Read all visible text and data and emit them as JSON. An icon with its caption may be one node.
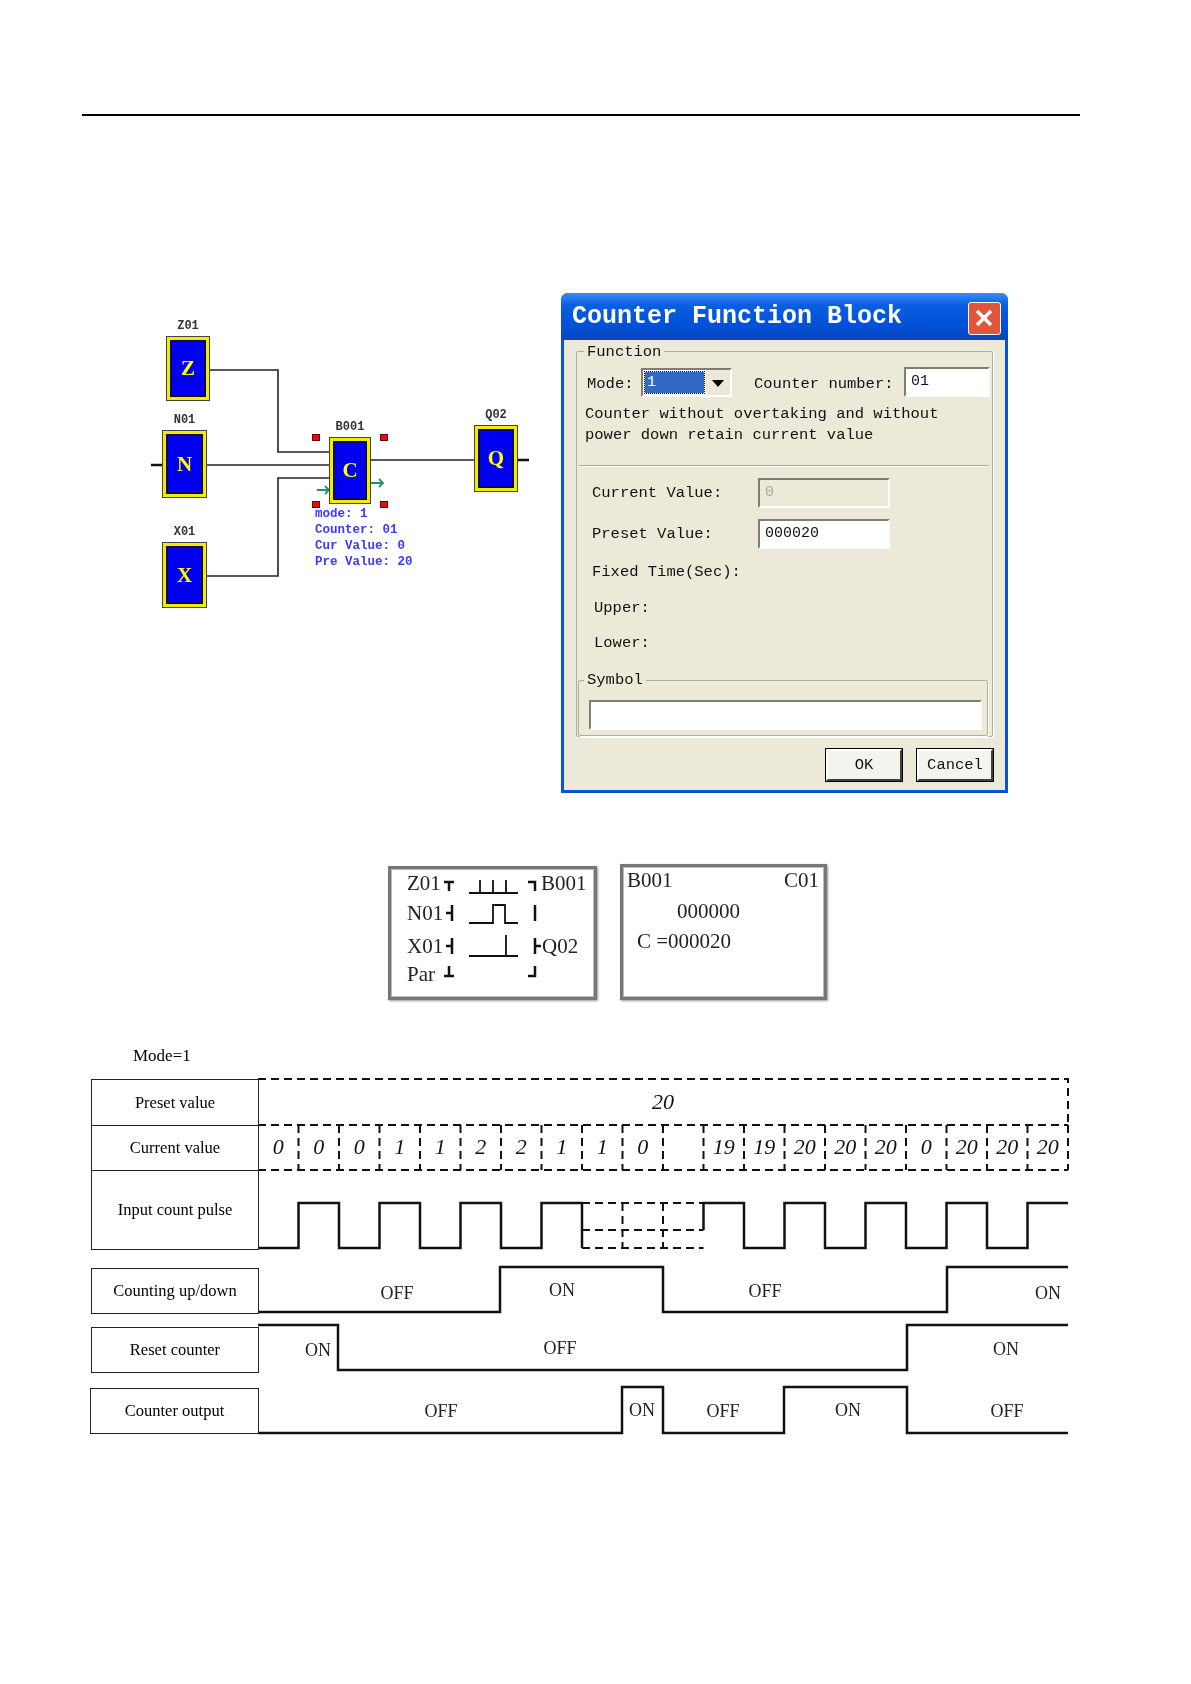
{
  "diagram": {
    "nodes": [
      {
        "text": [
          "Z01",
          "Z"
        ]
      },
      {
        "text": [
          "N01",
          "N"
        ]
      },
      {
        "text": [
          "X01",
          "X"
        ]
      },
      {
        "text": [
          "B001",
          "C"
        ],
        "beside": [
          "mode: 1",
          "Counter: 01",
          "Cur Value: 0",
          "Pre Value: 20"
        ]
      },
      {
        "text": [
          "Q02",
          "Q"
        ]
      }
    ],
    "edges": [
      {
        "from": 0,
        "to": 3,
        "arrow": "none"
      },
      {
        "from": 1,
        "to": 3,
        "arrow": "none"
      },
      {
        "from": 2,
        "to": 3,
        "arrow": "none"
      },
      {
        "from": 3,
        "to": 4,
        "arrow": "none"
      }
    ],
    "labels": [
      "Counter Function Block",
      "Function",
      "Mode:",
      "1",
      "Counter number:",
      "01",
      "Counter without overtaking and without power down retain current value",
      "Current Value:",
      "0",
      "Preset Value:",
      "000020",
      "Fixed Time(Sec):",
      "Upper:",
      "Lower:",
      "Symbol",
      "OK",
      "Cancel",
      "Z01",
      "B001",
      "N01",
      "X01",
      "Q02",
      "Par",
      "B001",
      "C01",
      "000000",
      "C =000020",
      "Mode=1",
      "Preset value",
      "20",
      "Current value",
      "0",
      "0",
      "0",
      "1",
      "1",
      "2",
      "2",
      "1",
      "1",
      "0",
      "19",
      "19",
      "20",
      "20",
      "20",
      "0",
      "20",
      "20",
      "20",
      "Input count pulse",
      "Counting up/down",
      "OFF",
      "ON",
      "OFF",
      "ON",
      "Reset counter",
      "ON",
      "OFF",
      "ON",
      "Counter output",
      "OFF",
      "ON",
      "OFF",
      "ON",
      "OFF"
    ]
  }
}
